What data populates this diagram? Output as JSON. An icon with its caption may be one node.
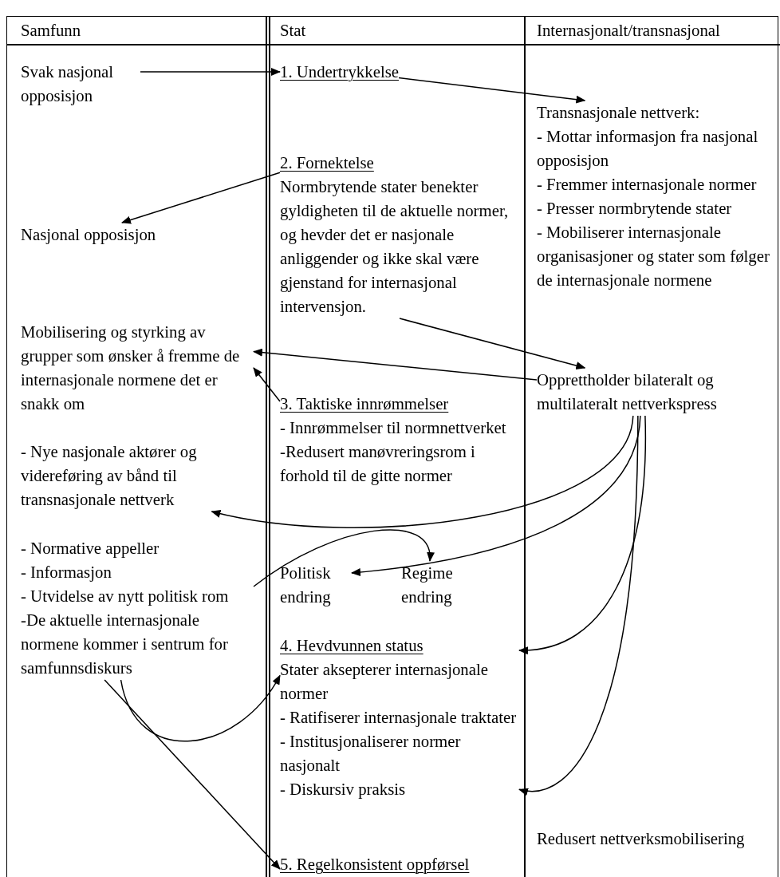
{
  "diagram": {
    "nodes": [
      {
        "text": [
          "Svak nasjonal opposisjon"
        ]
      },
      {
        "text": [
          "1. Undertrykkelse"
        ]
      },
      {
        "text": [
          "Transnasjonale nettverk:",
          "- Mottar informasjon fra nasjonal opposisjon",
          "- Fremmer internasjonale normer",
          "- Presser normbrytende stater",
          "- Mobiliserer internasjonale organisasjoner og stater som følger de internasjonale normene"
        ]
      },
      {
        "text": [
          "2. Fornektelse",
          "Normbrytende stater benekter gyldigheten til de aktuelle normer, og hevder det er nasjonale anliggender og ikke skal være gjenstand for internasjonal intervensjon."
        ]
      },
      {
        "text": [
          "Nasjonal opposisjon"
        ]
      },
      {
        "text": [
          "Mobilisering og styrking av grupper som ønsker å fremme de internasjonale normene det er snakk om"
        ]
      },
      {
        "text": [
          "Opprettholder bilateralt og multilateralt nettverkspress"
        ]
      },
      {
        "text": [
          "3. Taktiske innrømmelser",
          "- Innrømmelser til normnettverket",
          "-Redusert manøvreringsrom i forhold til de gitte normer"
        ]
      },
      {
        "text": [
          "- Nye nasjonale aktører og videreføring av bånd til transnasjonale nettverk"
        ]
      },
      {
        "text": [
          "- Normative appeller",
          "- Informasjon",
          "- Utvidelse av nytt politisk rom",
          "-De aktuelle internasjonale normene kommer i sentrum for samfunnsdiskurs"
        ]
      },
      {
        "text": [
          "Politisk endring"
        ]
      },
      {
        "text": [
          "Regime endring"
        ]
      },
      {
        "text": [
          "4. Hevdvunnen status",
          "Stater aksepterer internasjonale normer",
          "- Ratifiserer internasjonale traktater",
          "- Institusjonaliserer normer nasjonalt",
          "- Diskursiv praksis"
        ]
      },
      {
        "text": [
          "Redusert nettverksmobilisering"
        ]
      },
      {
        "text": [
          "5. Regelkonsistent oppførsel"
        ]
      }
    ],
    "edges": [
      {
        "from": 0,
        "to": 1,
        "arrow": "to"
      },
      {
        "from": 1,
        "to": 2,
        "arrow": "to"
      },
      {
        "from": 3,
        "to": 4,
        "arrow": "to"
      },
      {
        "from": 3,
        "to": 6,
        "arrow": "to"
      },
      {
        "from": 6,
        "to": 5,
        "arrow": "to"
      },
      {
        "from": 7,
        "to": 5,
        "arrow": "to"
      },
      {
        "from": 6,
        "to": 8,
        "arrow": "to"
      },
      {
        "from": 6,
        "to": 10,
        "arrow": "to"
      },
      {
        "from": 6,
        "to": 12,
        "arrow": "to"
      },
      {
        "from": 6,
        "to": 12,
        "arrow": "to"
      },
      {
        "from": 9,
        "to": 11,
        "arrow": "to"
      },
      {
        "from": 9,
        "to": 12,
        "arrow": "to"
      },
      {
        "from": 9,
        "to": 14,
        "arrow": "to"
      }
    ],
    "labels": [
      "Samfunn",
      "Stat",
      "Internasjonalt/transnasjonal"
    ]
  }
}
